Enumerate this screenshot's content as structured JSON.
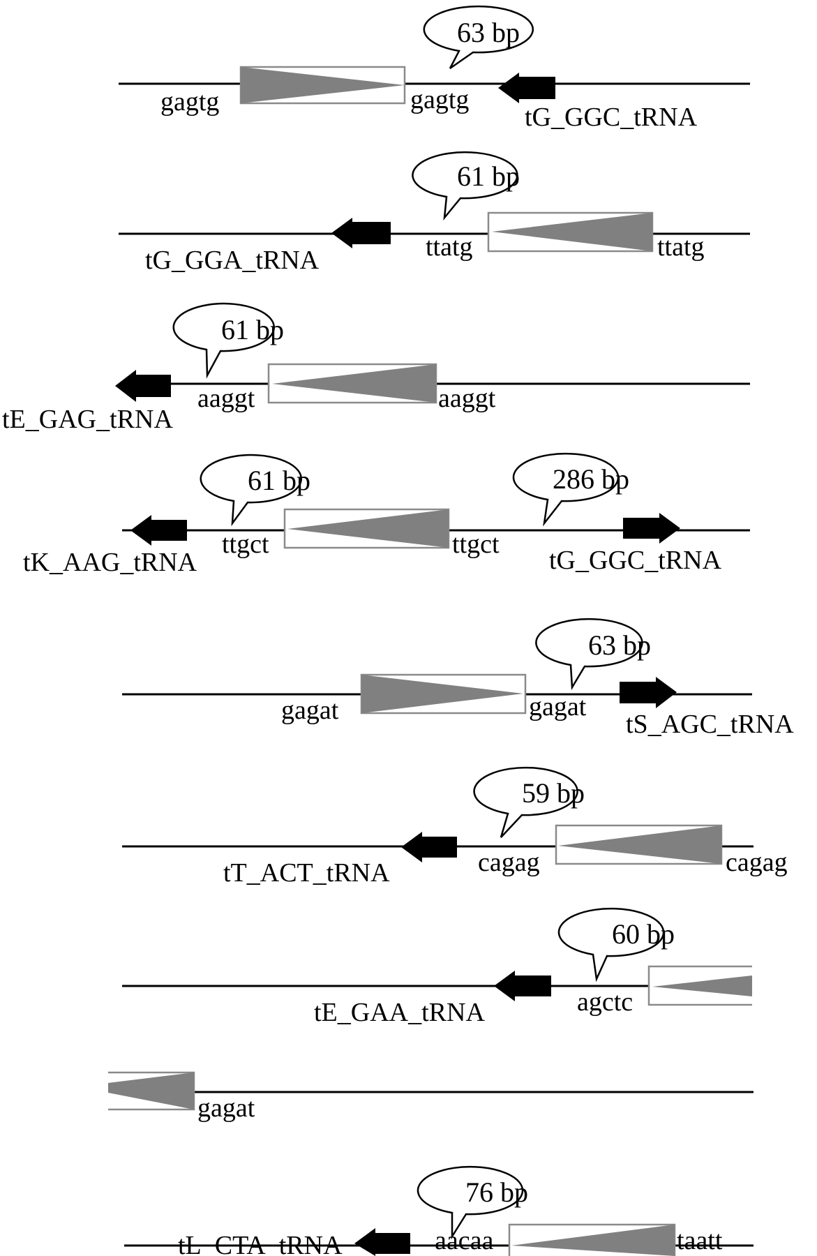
{
  "colors": {
    "line": "#000000",
    "element_fill": "#808080",
    "element_outline": "#8a8a8a",
    "trna_arrow": "#000000",
    "bubble_fill": "#ffffff",
    "bubble_stroke": "#000000"
  },
  "rows": [
    {
      "id": "row1",
      "spacer": "63 bp",
      "left_repeat": "gagtg",
      "right_repeat": "gagtg",
      "trna": "tG_GGC_tRNA",
      "trna_direction": "left",
      "element_orientation": "wide-left"
    },
    {
      "id": "row2",
      "spacer": "61 bp",
      "left_repeat": "ttatg",
      "right_repeat": "ttatg",
      "trna": "tG_GGA_tRNA",
      "trna_direction": "left",
      "element_orientation": "wide-right"
    },
    {
      "id": "row3",
      "spacer": "61 bp",
      "left_repeat": "aaggt",
      "right_repeat": "aaggt",
      "trna": "tE_GAG_tRNA",
      "trna_direction": "left",
      "element_orientation": "wide-right"
    },
    {
      "id": "row4",
      "spacer": "61 bp",
      "spacer2": "286 bp",
      "left_repeat": "ttgct",
      "right_repeat": "ttgct",
      "trna": "tK_AAG_tRNA",
      "trna_direction": "left",
      "trna2": "tG_GGC_tRNA",
      "trna2_direction": "right",
      "element_orientation": "wide-right"
    },
    {
      "id": "row5",
      "spacer": "63 bp",
      "left_repeat": "gagat",
      "right_repeat": "gagat",
      "trna": "tS_AGC_tRNA",
      "trna_direction": "right",
      "element_orientation": "wide-left"
    },
    {
      "id": "row6",
      "spacer": "59 bp",
      "left_repeat": "cagag",
      "right_repeat": "cagag",
      "trna": "tT_ACT_tRNA",
      "trna_direction": "left",
      "element_orientation": "wide-right"
    },
    {
      "id": "row7",
      "spacer": "60 bp",
      "left_repeat": "agctc",
      "trna": "tE_GAA_tRNA",
      "trna_direction": "left",
      "element_orientation": "wide-right"
    },
    {
      "id": "row8",
      "right_repeat": "gagat",
      "element_orientation": "wide-right"
    },
    {
      "id": "row9",
      "spacer": "76 bp",
      "left_repeat": "aacaa",
      "right_repeat": "taatt",
      "trna": "tL_CTA_tRNA",
      "trna_direction": "left",
      "element_orientation": "wide-right"
    }
  ]
}
